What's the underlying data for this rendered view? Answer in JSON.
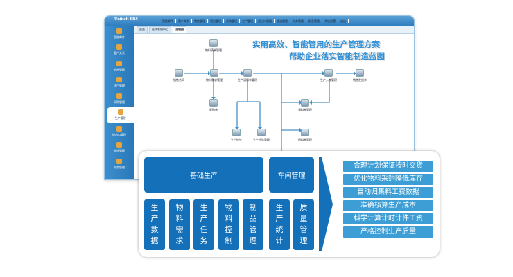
{
  "app": {
    "brand": "Unitsoft ERS"
  },
  "nav": [
    "智能邮件",
    "客户关系",
    "销售管理",
    "项目管理",
    "采购管理",
    "生产管理",
    "进出口管理",
    "物流管理",
    "财务管理",
    "报表管理",
    "系统设置",
    "退出"
  ],
  "sidebar": [
    {
      "label": "智能邮件"
    },
    {
      "label": "客户关系"
    },
    {
      "label": "销售管理"
    },
    {
      "label": "项目管理"
    },
    {
      "label": "采购管理"
    },
    {
      "label": "生产管理",
      "active": true
    },
    {
      "label": "进出口管理"
    },
    {
      "label": "物流管理"
    },
    {
      "label": "财务管理"
    }
  ],
  "tabs": [
    "桌面",
    "在线客服中心",
    "流程图"
  ],
  "headline": {
    "line1": "实用高效、智能管用的生产管理方案",
    "line2": "帮助企业落实智能制造蓝图"
  },
  "nodes": {
    "bom": "物料清单管理",
    "sales_contract": "销售合同",
    "mrp": "物料需求管理",
    "notice": "生产通知单管理",
    "purchase": "采购单",
    "stats": "生产统计",
    "inspection": "生产检验管理",
    "stock_in": "生产入库管理",
    "delivery": "销售发货单",
    "picking": "领料单管理",
    "return": "退料单管理"
  },
  "panel": {
    "groups": [
      "基础生产",
      "车间管理"
    ],
    "columns": [
      "生产数据",
      "物料需求",
      "生产任务",
      "物料控制",
      "制品管理",
      "生产统计",
      "质量管理"
    ],
    "benefits": [
      "合理计划保证按时交货",
      "优化物料采购降低库存",
      "自动归集料工费数据",
      "准确核算生产成本",
      "科学计算计时计件工资",
      "严格控制生产质量"
    ]
  }
}
